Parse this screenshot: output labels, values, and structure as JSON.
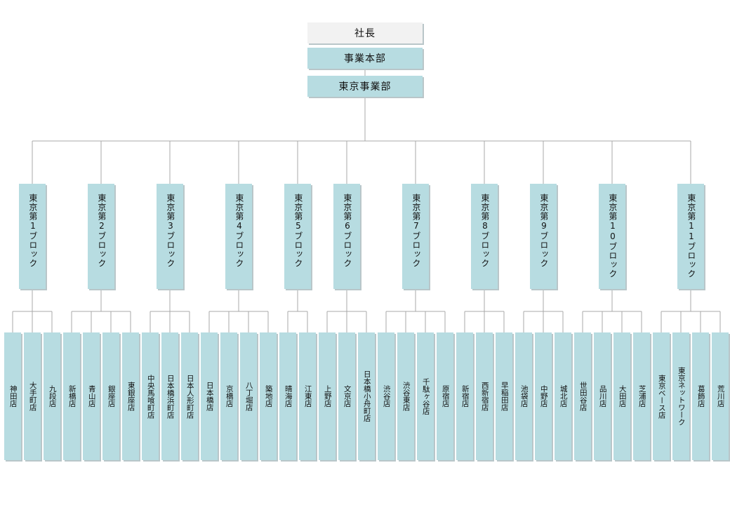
{
  "org": {
    "president": "社長",
    "division": "事業本部",
    "department": "東京事業部",
    "blocks": [
      {
        "label": "東京第1ブロック",
        "stores": [
          "神田店",
          "大手町店",
          "九段店"
        ]
      },
      {
        "label": "東京第2ブロック",
        "stores": [
          "新橋店",
          "青山店",
          "銀座店",
          "東銀座店"
        ]
      },
      {
        "label": "東京第3ブロック",
        "stores": [
          "中央馬喰町店",
          "日本橋浜町店",
          "日本人形町店"
        ]
      },
      {
        "label": "東京第4ブロック",
        "stores": [
          "日本橋店",
          "京橋店",
          "八丁堀店",
          "築地店"
        ]
      },
      {
        "label": "東京第5ブロック",
        "stores": [
          "晴海店",
          "江東店"
        ]
      },
      {
        "label": "東京第6ブロック",
        "stores": [
          "上野店",
          "文京店",
          "日本橋小舟町店"
        ]
      },
      {
        "label": "東京第7ブロック",
        "stores": [
          "渋谷店",
          "渋谷東店",
          "千駄ヶ谷店",
          "原宿店"
        ]
      },
      {
        "label": "東京第8ブロック",
        "stores": [
          "新宿店",
          "西新宿店",
          "早稲田店"
        ]
      },
      {
        "label": "東京第9ブロック",
        "stores": [
          "池袋店",
          "中野店",
          "城北店"
        ]
      },
      {
        "label": "東京第10ブロック",
        "stores": [
          "世田谷店",
          "品川店",
          "大田店",
          "芝浦店"
        ]
      },
      {
        "label": "東京第11ブロック",
        "stores": [
          "東京ベース店",
          "東京ネットワーク",
          "葛飾店",
          "荒川店"
        ]
      }
    ]
  }
}
